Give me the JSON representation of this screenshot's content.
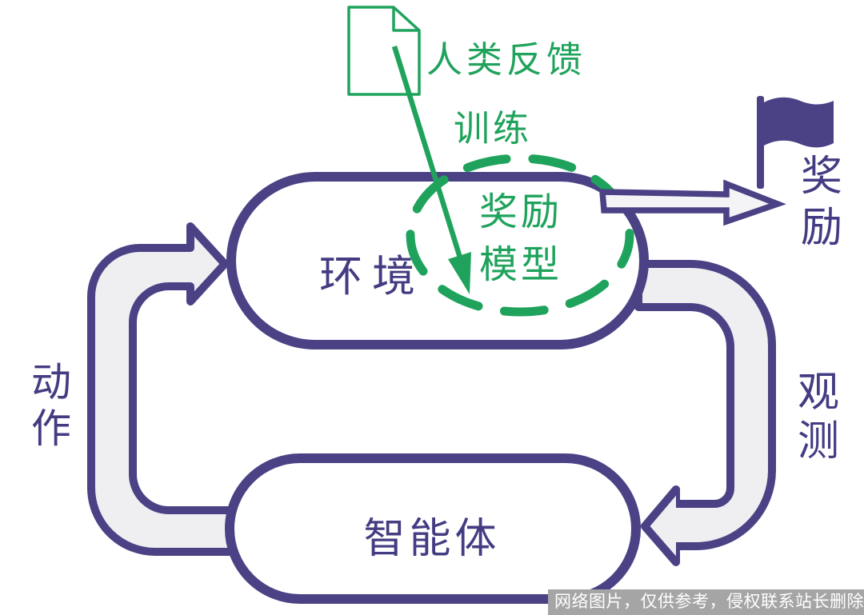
{
  "colors": {
    "purple": "#4a4285",
    "text-purple": "#433c82",
    "green": "#1fa35c",
    "tube": "#efeef1",
    "arrowfill": "#f4f3f6",
    "wmbg": "#a5a5a5",
    "wmtext": "#ffffff",
    "bg": "#ffffff"
  },
  "nodes": {
    "environment": {
      "label": "环境"
    },
    "agent": {
      "label": "智能体"
    },
    "reward_model": {
      "label": "奖励模型"
    }
  },
  "labels": {
    "human_feedback": "人类反馈",
    "training": "训练",
    "action": "动作",
    "observation": "观测",
    "reward": "奖励"
  },
  "icons": {
    "document": "document-icon",
    "flag": "flag-icon"
  },
  "watermark": {
    "text": "网络图片，仅供参考，侵权联系站长删除"
  }
}
